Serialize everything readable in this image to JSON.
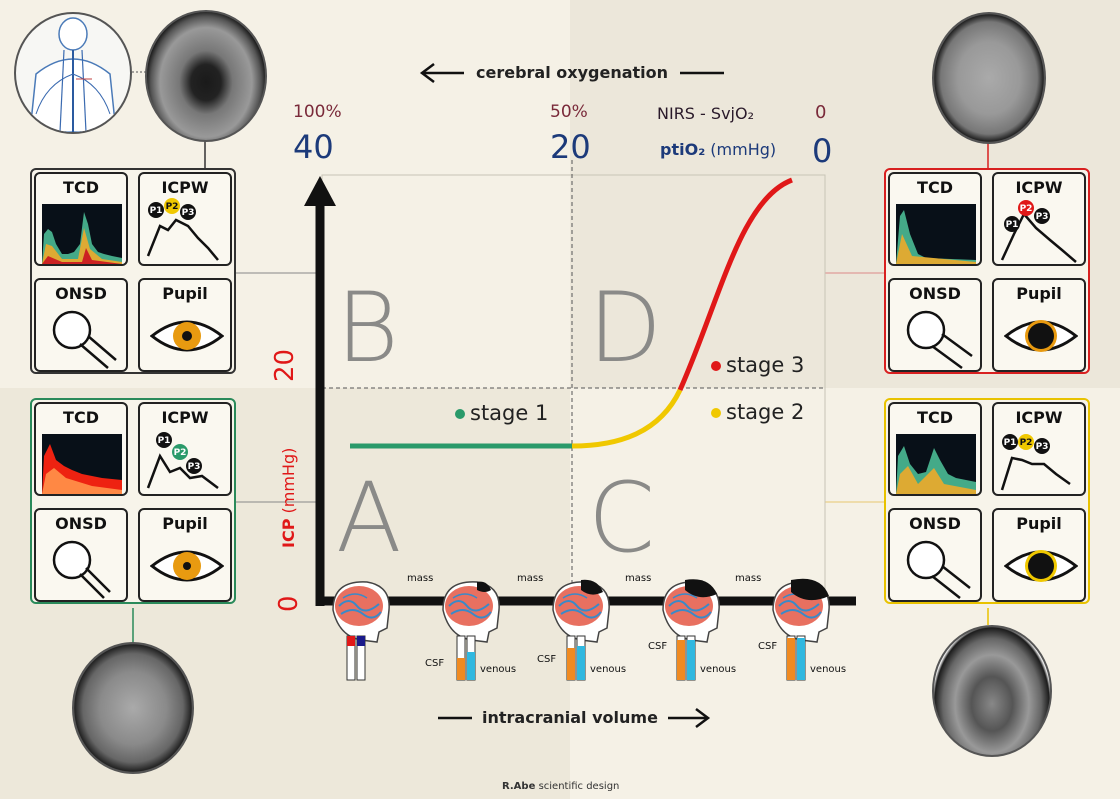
{
  "header": {
    "oxygenation": "cerebral oxygenation",
    "pct100": "100%",
    "pct50": "50%",
    "val40": "40",
    "val20": "20",
    "nirs": "NIRS - SvjO₂",
    "nirs_zero": "0",
    "ptio2_bold": "ptiO₂",
    "ptio2_unit": "(mmHg)",
    "pti_zero": "0"
  },
  "axis": {
    "y_label_bold": "ICP",
    "y_label_unit": "(mmHg)",
    "y20": "20",
    "y0": "0",
    "x_label": "intracranial volume"
  },
  "quadrants": {
    "a": "A",
    "b": "B",
    "c": "C",
    "d": "D"
  },
  "stages": {
    "s1": "stage 1",
    "s2": "stage 2",
    "s3": "stage 3"
  },
  "colors": {
    "green": "#2a9a6a",
    "yellow": "#f0c800",
    "red": "#e01818",
    "navy": "#1c3a7a"
  },
  "panel_labels": {
    "tcd": "TCD",
    "icpw": "ICPW",
    "onsd": "ONSD",
    "pupil": "Pupil"
  },
  "waves": {
    "p1": "P1",
    "p2": "P2",
    "p3": "P3"
  },
  "brain": {
    "mass": "mass",
    "csf": "CSF",
    "venous": "venous"
  },
  "footer": {
    "bold": "R.Abe",
    "rest": "scientific design"
  }
}
